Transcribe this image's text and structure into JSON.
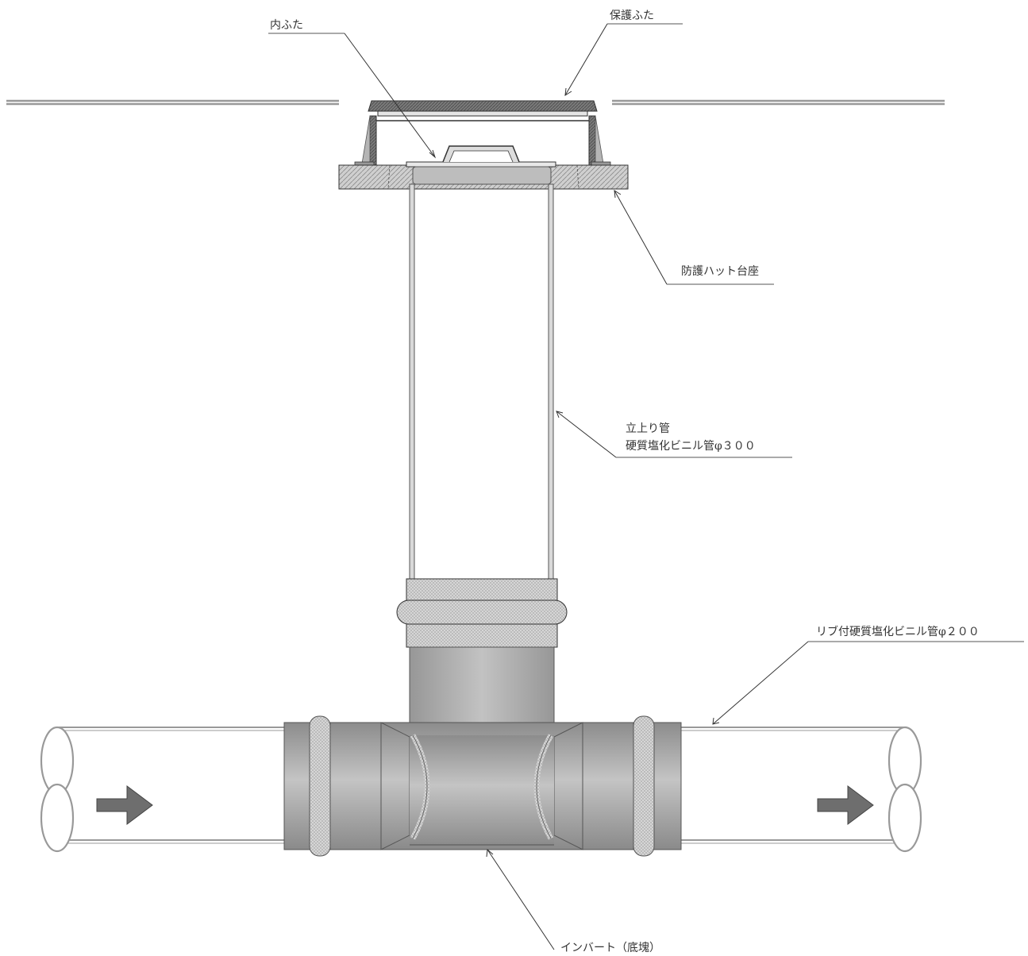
{
  "labels": {
    "inner_lid": "内ふた",
    "protective_lid": "保護ふた",
    "hat_base": "防護ハット台座",
    "riser_title": "立上り管",
    "riser_spec": "硬質塩化ビニル管φ３００",
    "ribbed_pipe": "リブ付硬質塩化ビニル管φ２００",
    "invert": "インバート（底塊）"
  },
  "colors": {
    "line": "#333333",
    "pipe_gray": "#a9a9a9",
    "arrow_fill": "#6e6e6e",
    "seal_fill": "#c8c8c8"
  },
  "icons": {
    "flow_arrow": "right-arrow-icon"
  }
}
